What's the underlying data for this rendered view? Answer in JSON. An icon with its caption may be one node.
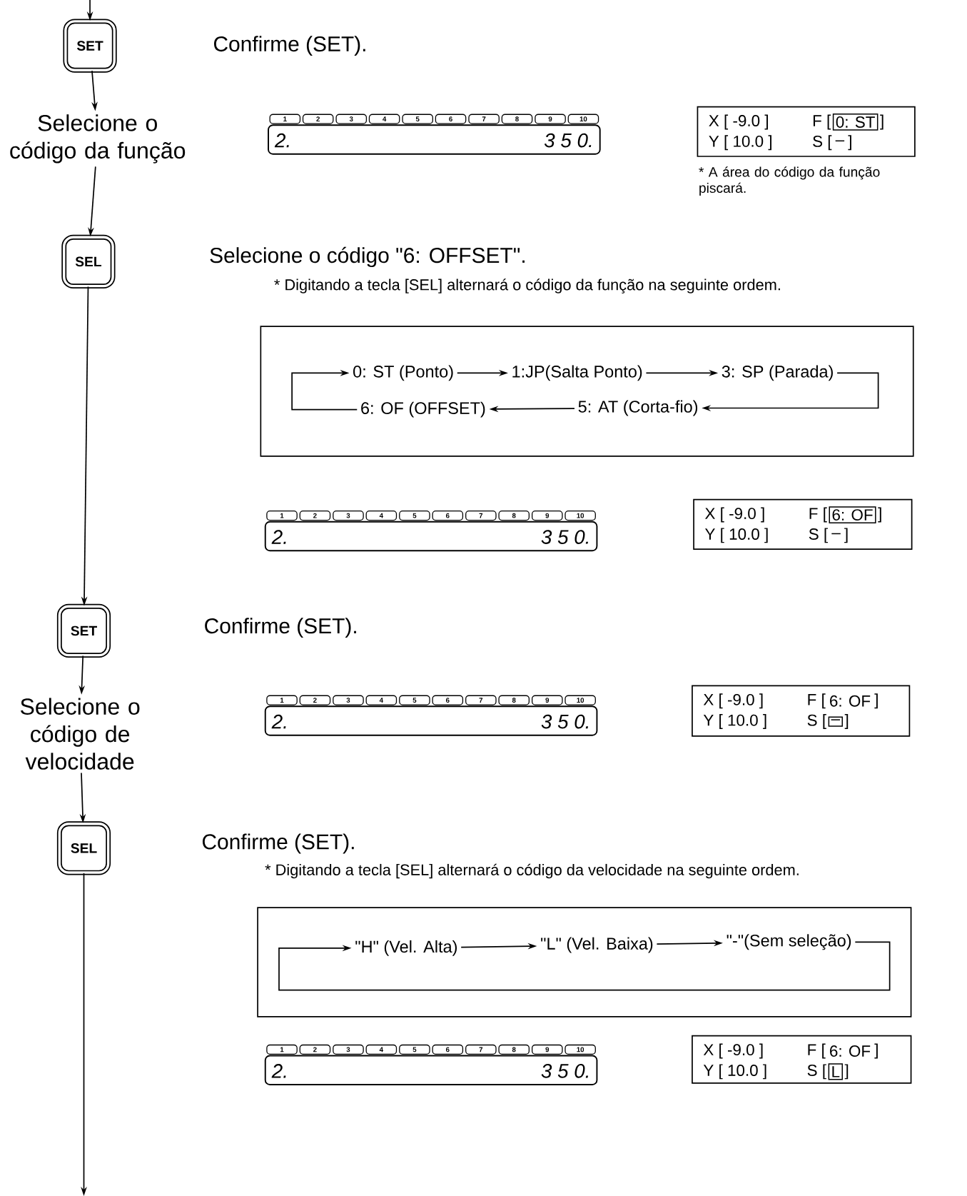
{
  "diagram": {
    "nodes": [
      {
        "text": [
          "SET"
        ]
      },
      {
        "text": [
          "Selecione o código da função"
        ]
      },
      {
        "text": [
          "SEL"
        ]
      },
      {
        "text": [
          "SET"
        ]
      },
      {
        "text": [
          "Selecione o código de velocidade"
        ]
      },
      {
        "text": [
          "SEL"
        ]
      },
      {
        "text": [
          "0: ST (Ponto)"
        ]
      },
      {
        "text": [
          "1:JP(Salta Ponto)"
        ]
      },
      {
        "text": [
          "3: SP (Parada)"
        ]
      },
      {
        "text": [
          "5: AT (Corta-fio)"
        ]
      },
      {
        "text": [
          "6: OF (OFFSET)"
        ]
      },
      {
        "text": [
          "\"H\" (Vel. Alta)"
        ]
      },
      {
        "text": [
          "\"L\" (Vel. Baixa)"
        ]
      },
      {
        "text": [
          "\"-\"(Sem seleção)"
        ]
      }
    ],
    "edges": [
      {
        "from": null,
        "to": 0,
        "arrow": "to"
      },
      {
        "from": 0,
        "to": 1,
        "arrow": "to"
      },
      {
        "from": 1,
        "to": 2,
        "arrow": "to"
      },
      {
        "from": 2,
        "to": 3,
        "arrow": "to"
      },
      {
        "from": 3,
        "to": 4,
        "arrow": "to"
      },
      {
        "from": 4,
        "to": 5,
        "arrow": "to"
      },
      {
        "from": 5,
        "to": null,
        "arrow": "to"
      },
      {
        "from": 6,
        "to": 7,
        "arrow": "to"
      },
      {
        "from": 7,
        "to": 8,
        "arrow": "to"
      },
      {
        "from": 8,
        "to": 9,
        "arrow": "to"
      },
      {
        "from": 9,
        "to": 10,
        "arrow": "to"
      },
      {
        "from": 10,
        "to": 6,
        "arrow": "to"
      },
      {
        "from": 11,
        "to": 12,
        "arrow": "to"
      },
      {
        "from": 12,
        "to": 13,
        "arrow": "to"
      },
      {
        "from": 13,
        "to": 11,
        "arrow": "to"
      }
    ],
    "labels": [
      "Confirme (SET).",
      "1",
      "2",
      "3",
      "4",
      "5",
      "6",
      "7",
      "8",
      "9",
      "10",
      "2.",
      "3 5 0.",
      "X [ -9.0 ]",
      "F [",
      "0: ST",
      "]",
      "Y [ 10.0 ]",
      "S [",
      "–",
      "]",
      "* A área do código da função piscará.",
      "Selecione o código \"6: OFFSET\".",
      "* Digitando a tecla [SEL] alternará o código da função na seguinte ordem.",
      "1",
      "2",
      "3",
      "4",
      "5",
      "6",
      "7",
      "8",
      "9",
      "10",
      "2.",
      "3 5 0.",
      "X [ -9.0 ]",
      "F [",
      "6: OF",
      "]",
      "Y [ 10.0 ]",
      "S [",
      "–",
      "]",
      "Confirme (SET).",
      "1",
      "2",
      "3",
      "4",
      "5",
      "6",
      "7",
      "8",
      "9",
      "10",
      "2.",
      "3 5 0.",
      "X [ -9.0 ]",
      "F [",
      "6: OF",
      "]",
      "Y [ 10.0 ]",
      "S [",
      "–",
      "]",
      "Confirme (SET).",
      "* Digitando a tecla [SEL] alternará o código da velocidade na seguinte ordem.",
      "1",
      "2",
      "3",
      "4",
      "5",
      "6",
      "7",
      "8",
      "9",
      "10",
      "2.",
      "3 5 0.",
      "X [ -9.0 ]",
      "F [",
      "6: OF",
      "]",
      "Y [ 10.0 ]",
      "S [",
      "L",
      "]"
    ]
  }
}
